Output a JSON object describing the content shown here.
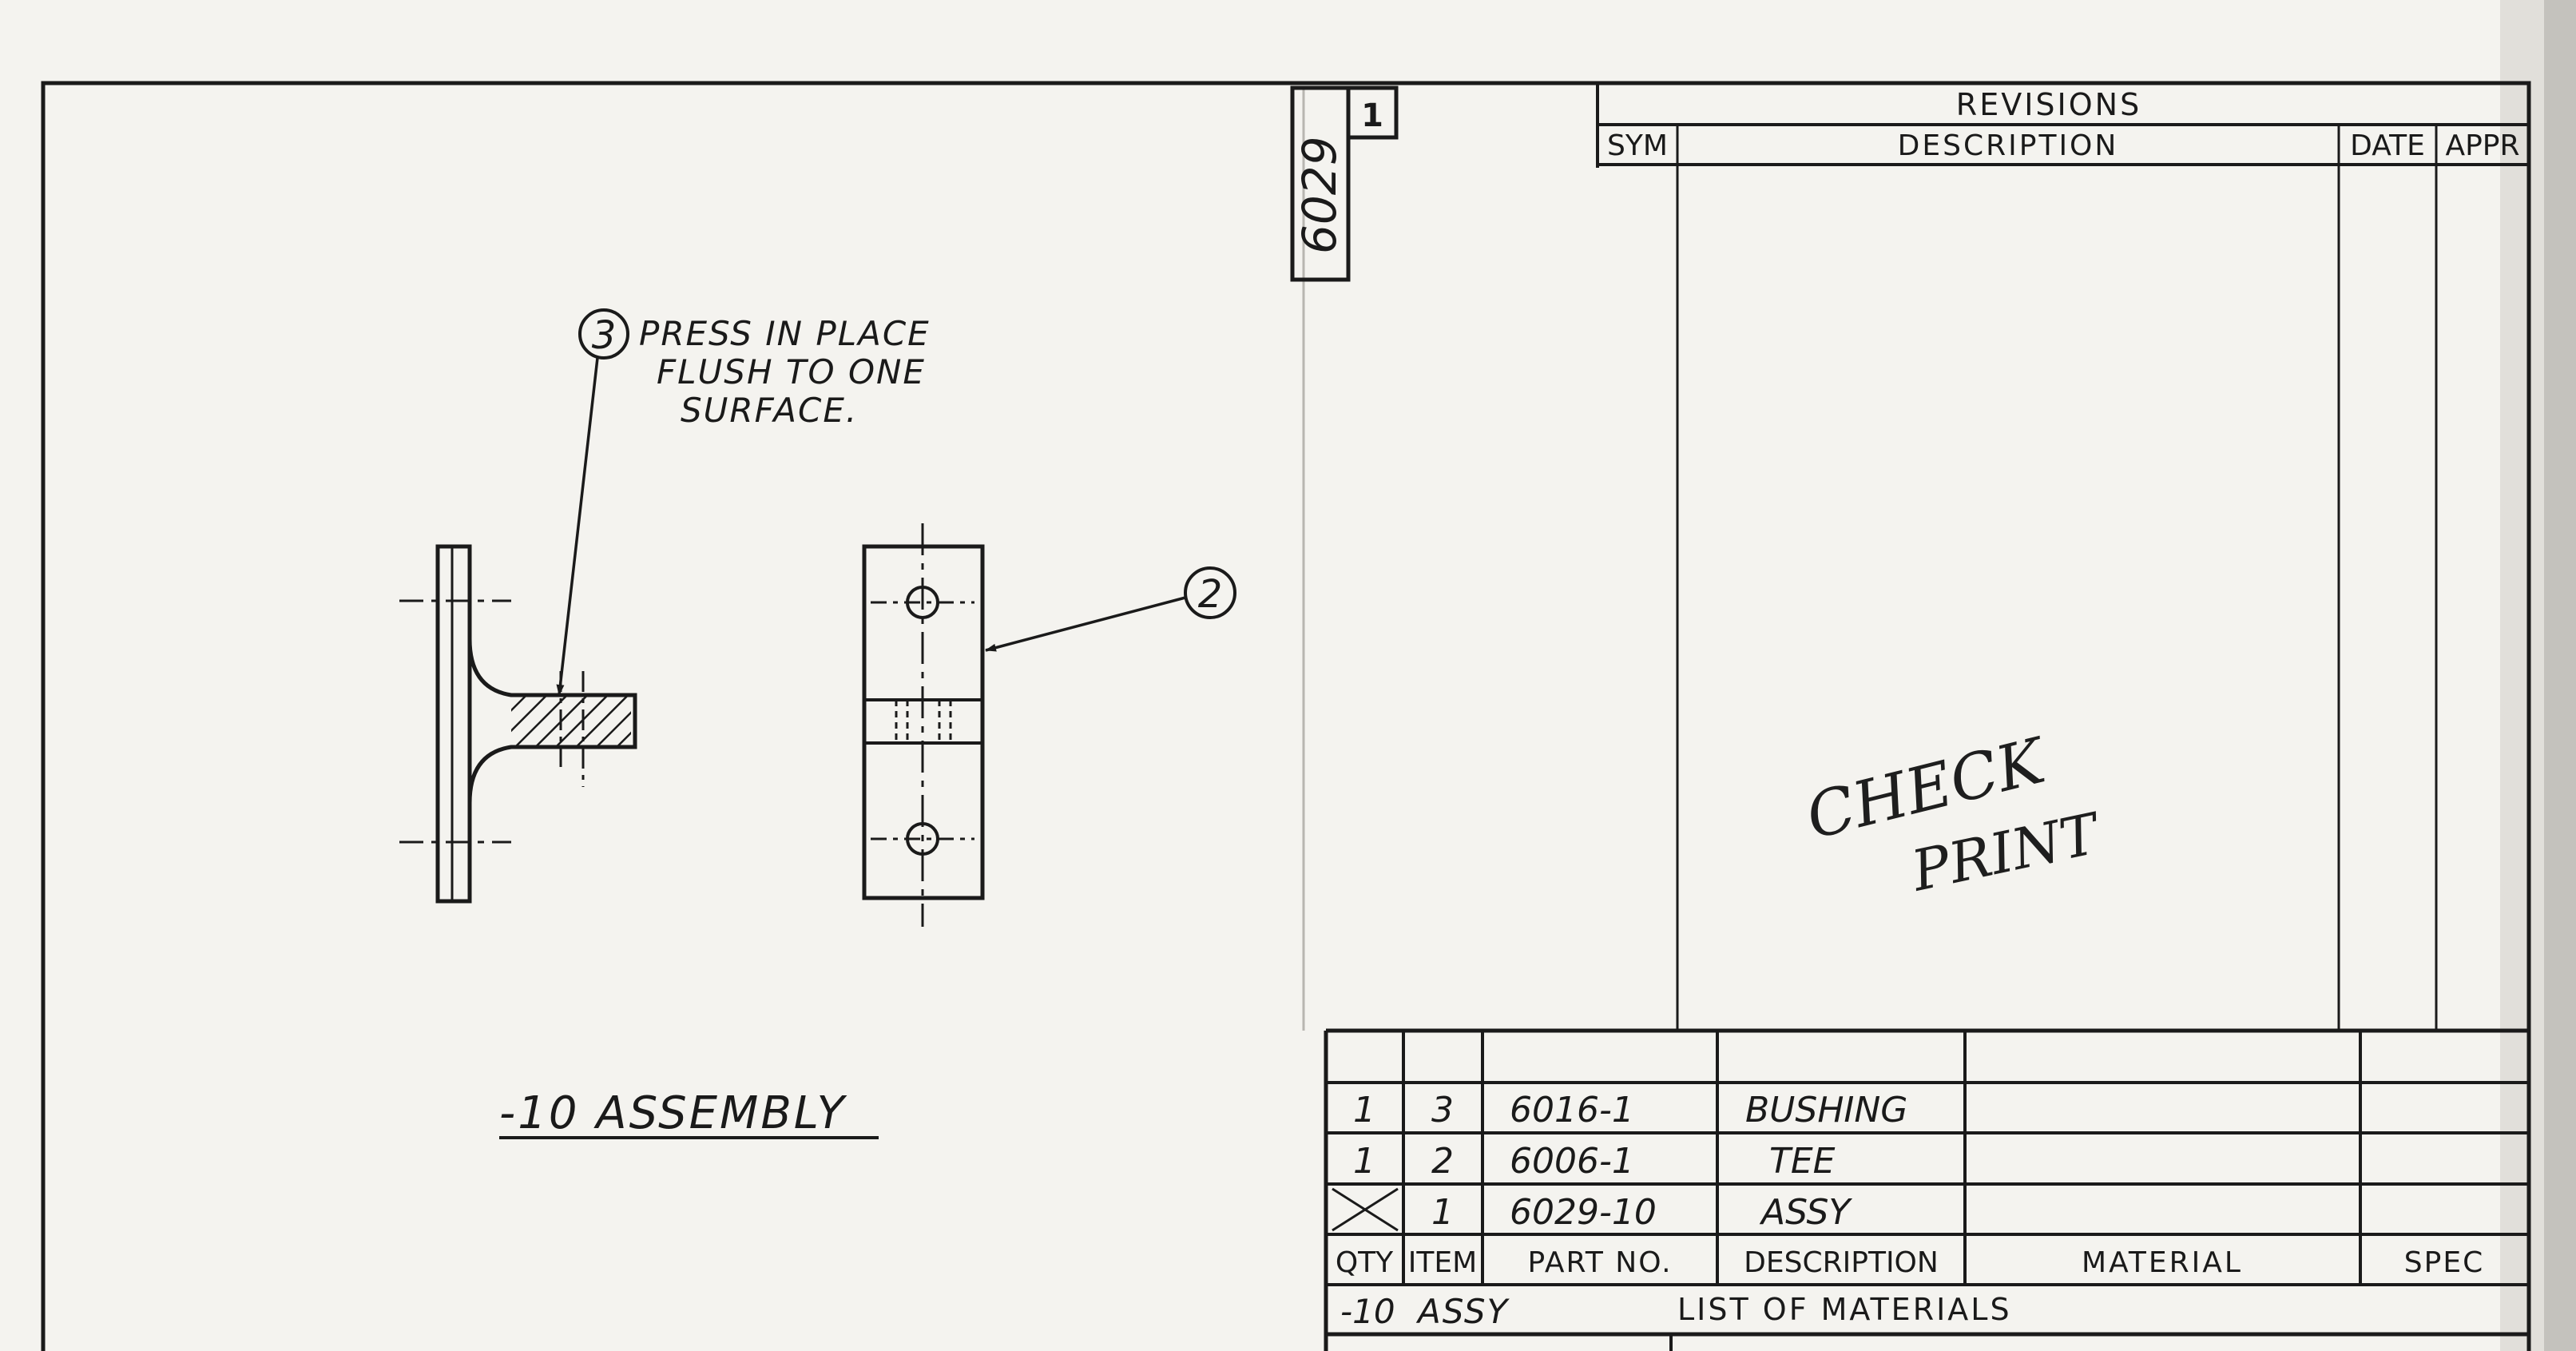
{
  "drawing_number": "6029",
  "sheet_number": "1",
  "revisions": {
    "title": "REVISIONS",
    "columns": [
      "SYM",
      "DESCRIPTION",
      "DATE",
      "APPR"
    ]
  },
  "callouts": {
    "item3_balloon": "3",
    "item3_note": [
      "PRESS IN PLACE",
      "FLUSH TO ONE",
      "SURFACE."
    ],
    "item2_balloon": "2"
  },
  "view_title": "-10 ASSEMBLY",
  "handwritten_note": [
    "CHECK",
    "PRINT"
  ],
  "parts_list": {
    "rows": [
      {
        "qty": "1",
        "item": "3",
        "part_no": "6016-1",
        "description": "BUSHING",
        "material": "",
        "spec": ""
      },
      {
        "qty": "1",
        "item": "2",
        "part_no": "6006-1",
        "description": "TEE",
        "material": "",
        "spec": ""
      },
      {
        "qty": "",
        "item": "1",
        "part_no": "6029-10",
        "description": "ASSY",
        "material": "",
        "spec": ""
      }
    ],
    "headers": {
      "qty": "QTY",
      "item": "ITEM",
      "part_no": "PART NO.",
      "description": "DESCRIPTION",
      "material": "MATERIAL",
      "spec": "SPEC"
    },
    "dash_no": "-10",
    "dash_label": "ASSY",
    "title": "LIST OF MATERIALS"
  }
}
